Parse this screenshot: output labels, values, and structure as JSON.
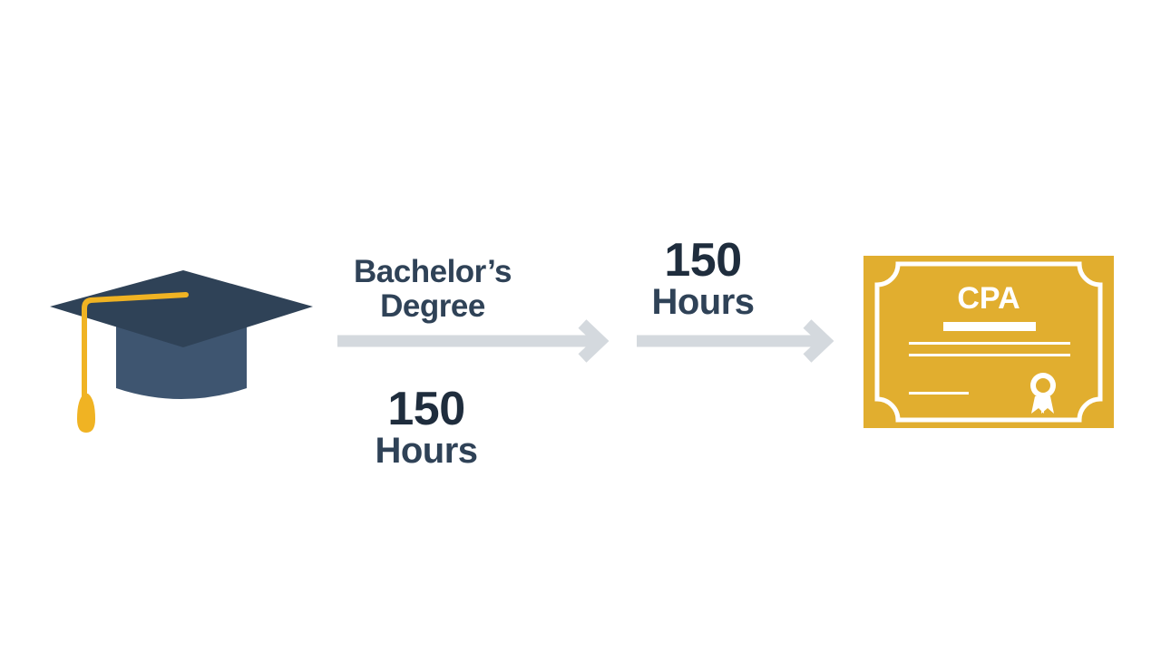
{
  "colors": {
    "cap_dark": "#2f4257",
    "cap_base": "#3e5570",
    "tassel": "#f0b323",
    "arrow": "#d4d9de",
    "certificate": "#e1ae2f",
    "certificate_lines": "#ffffff"
  },
  "icons": {
    "start": "graduation-cap-icon",
    "end": "cpa-certificate-icon",
    "connectors": "right-arrow-icon"
  },
  "steps": [
    {
      "label_lines": [
        "Bachelor’s",
        "Degree"
      ],
      "below_number": "150",
      "below_unit": "Hours"
    },
    {
      "above_number": "150",
      "above_unit": "Hours"
    }
  ],
  "certificate": {
    "title": "CPA"
  }
}
